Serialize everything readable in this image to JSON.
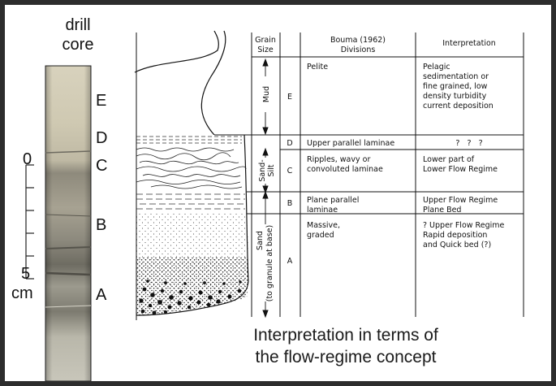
{
  "core": {
    "title_line1": "drill",
    "title_line2": "core",
    "divisions": [
      "E",
      "D",
      "C",
      "B",
      "A"
    ],
    "scale": {
      "zero": "0",
      "five": "5",
      "unit": "cm"
    }
  },
  "table": {
    "headers": {
      "grain_size": [
        "Grain",
        "Size"
      ],
      "divisions": [
        "Bouma (1962)",
        "Divisions"
      ],
      "interpretation": [
        "Interpretation"
      ]
    },
    "grain_labels": {
      "mud": "Mud",
      "sand_silt": [
        "Sand-",
        "Silt"
      ],
      "sand": "Sand",
      "to_granule": "(to granule at base)"
    },
    "rows": [
      {
        "letter": "E",
        "description": [
          "Pelite"
        ],
        "interpretation": [
          "Pelagic",
          "sedimentation or",
          "fine grained, low",
          "density turbidity",
          "current deposition"
        ]
      },
      {
        "letter": "D",
        "description": [
          "Upper parallel laminae"
        ],
        "interpretation": [
          "?   ?   ?"
        ]
      },
      {
        "letter": "C",
        "description": [
          "Ripples, wavy or",
          "convoluted laminae"
        ],
        "interpretation": [
          "Lower part of",
          "Lower Flow Regime"
        ]
      },
      {
        "letter": "B",
        "description": [
          "Plane parallel",
          "laminae"
        ],
        "interpretation": [
          "Upper Flow Regime",
          "Plane Bed"
        ]
      },
      {
        "letter": "A",
        "description": [
          "Massive,",
          "graded"
        ],
        "interpretation": [
          "? Upper Flow Regime",
          "Rapid deposition",
          "and Quick bed (?)"
        ]
      }
    ]
  },
  "caption": {
    "line1": "Interpretation in terms of",
    "line2": "the flow-regime concept"
  }
}
